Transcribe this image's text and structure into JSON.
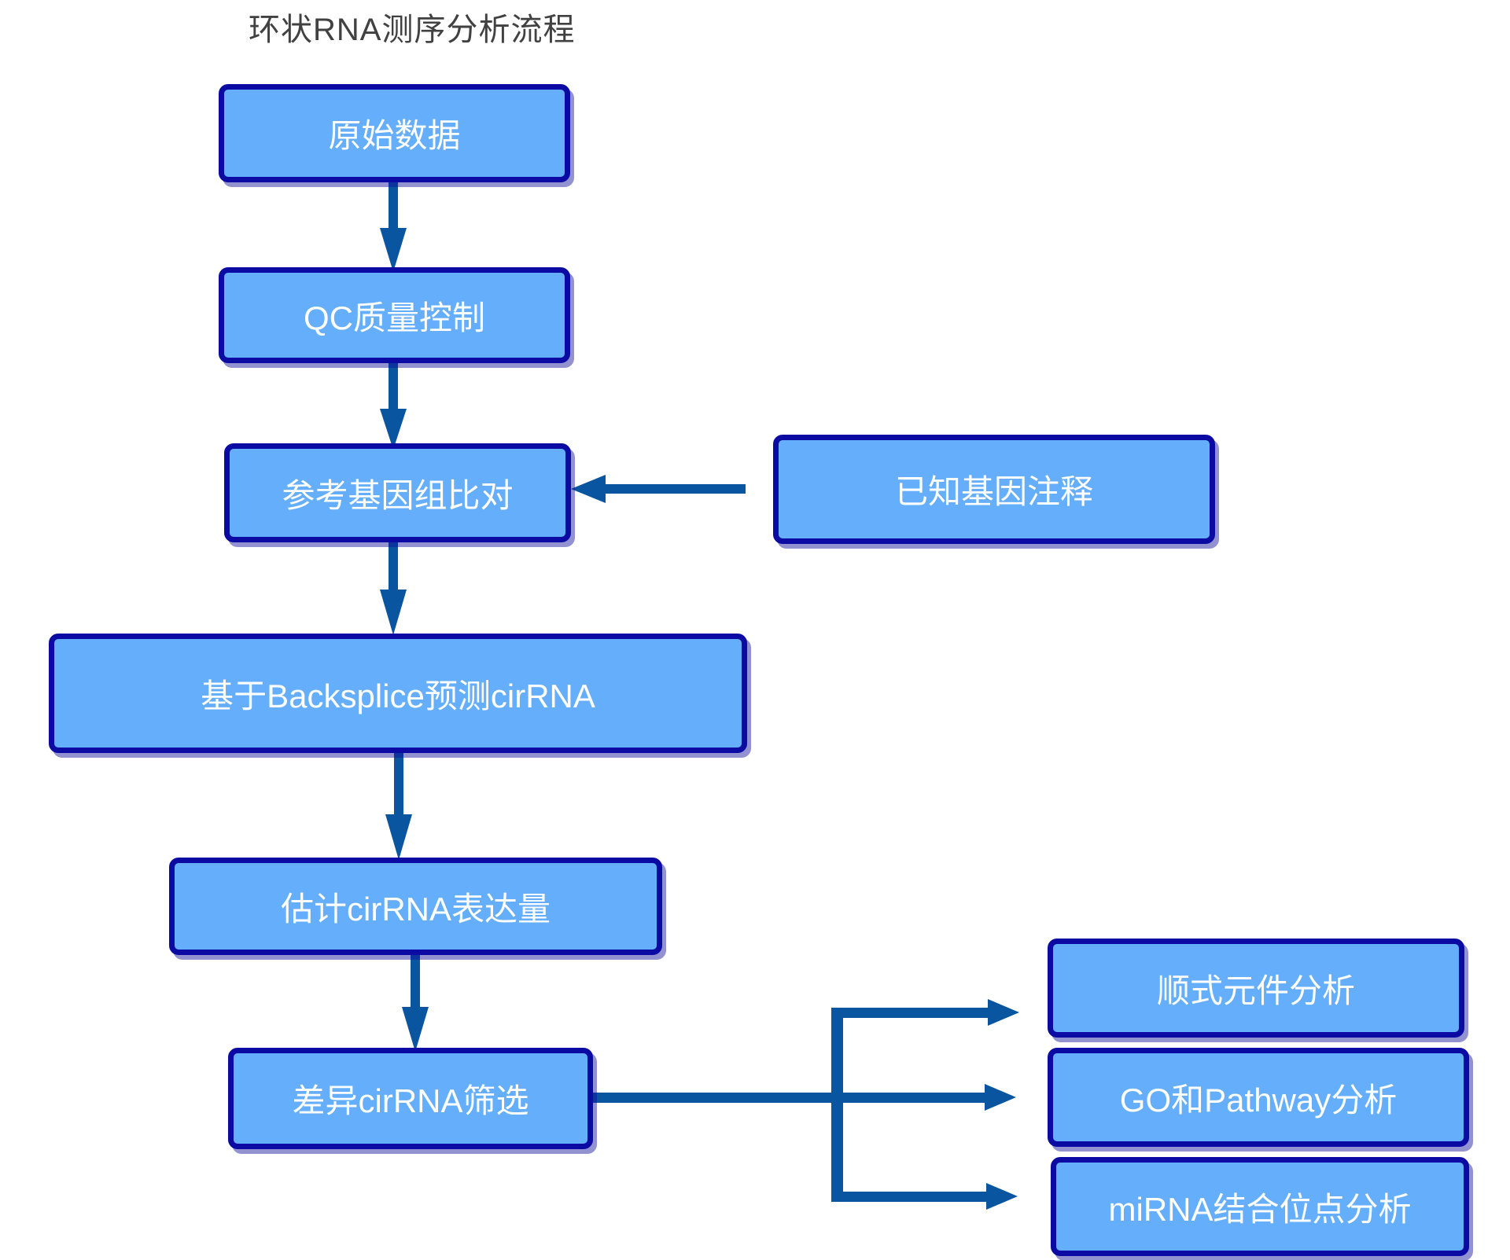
{
  "title": "环状RNA测序分析流程",
  "colors": {
    "box_fill": "#64AEFB",
    "box_border": "#0B0BA4",
    "arrow": "#0A55A0",
    "box_text": "#FFFFFF",
    "title_text": "#414141",
    "background": "#FFFFFF"
  },
  "nodes": [
    {
      "id": "raw_data",
      "label": "原始数据"
    },
    {
      "id": "qc",
      "label": "QC质量控制"
    },
    {
      "id": "ref_align",
      "label": "参考基因组比对"
    },
    {
      "id": "backsplice_pred",
      "label": "基于Backsplice预测cirRNA"
    },
    {
      "id": "expression_est",
      "label": "估计cirRNA表达量"
    },
    {
      "id": "diff_screen",
      "label": "差异cirRNA筛选"
    },
    {
      "id": "known_annotation",
      "label": "已知基因注释"
    },
    {
      "id": "cis_element",
      "label": "顺式元件分析"
    },
    {
      "id": "go_pathway",
      "label": "GO和Pathway分析"
    },
    {
      "id": "mirna_binding",
      "label": "miRNA结合位点分析"
    }
  ],
  "edges": [
    {
      "from": "raw_data",
      "to": "qc"
    },
    {
      "from": "qc",
      "to": "ref_align"
    },
    {
      "from": "known_annotation",
      "to": "ref_align"
    },
    {
      "from": "ref_align",
      "to": "backsplice_pred"
    },
    {
      "from": "backsplice_pred",
      "to": "expression_est"
    },
    {
      "from": "expression_est",
      "to": "diff_screen"
    },
    {
      "from": "diff_screen",
      "to": "cis_element"
    },
    {
      "from": "diff_screen",
      "to": "go_pathway"
    },
    {
      "from": "diff_screen",
      "to": "mirna_binding"
    }
  ]
}
